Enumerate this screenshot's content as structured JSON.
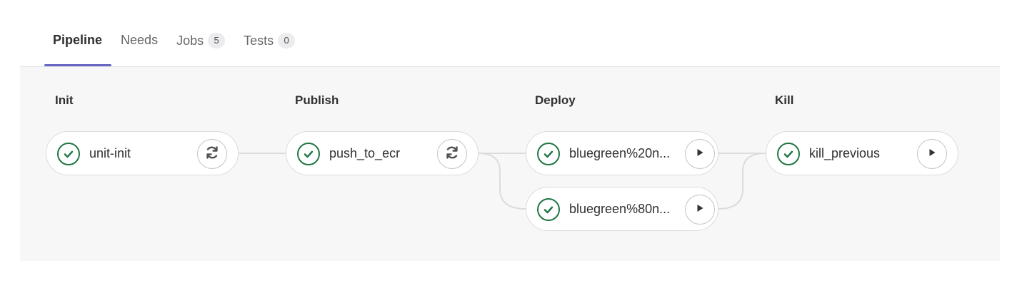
{
  "tabs": [
    {
      "label": "Pipeline",
      "count": null
    },
    {
      "label": "Needs",
      "count": null
    },
    {
      "label": "Jobs",
      "count": "5"
    },
    {
      "label": "Tests",
      "count": "0"
    }
  ],
  "stages": [
    {
      "name": "Init"
    },
    {
      "name": "Publish"
    },
    {
      "name": "Deploy"
    },
    {
      "name": "Kill"
    }
  ],
  "jobs": [
    {
      "name": "unit-init",
      "status": "success",
      "action": "retry-icon"
    },
    {
      "name": "push_to_ecr",
      "status": "success",
      "action": "retry-icon"
    },
    {
      "name": "bluegreen%20n...",
      "status": "success",
      "action": "play-icon"
    },
    {
      "name": "bluegreen%80n...",
      "status": "success",
      "action": "play-icon"
    },
    {
      "name": "kill_previous",
      "status": "success",
      "action": "play-icon"
    }
  ],
  "colors": {
    "success": "#217645",
    "active_tab_underline": "#6666c4",
    "pipeline_background": "#f7f7f7"
  }
}
